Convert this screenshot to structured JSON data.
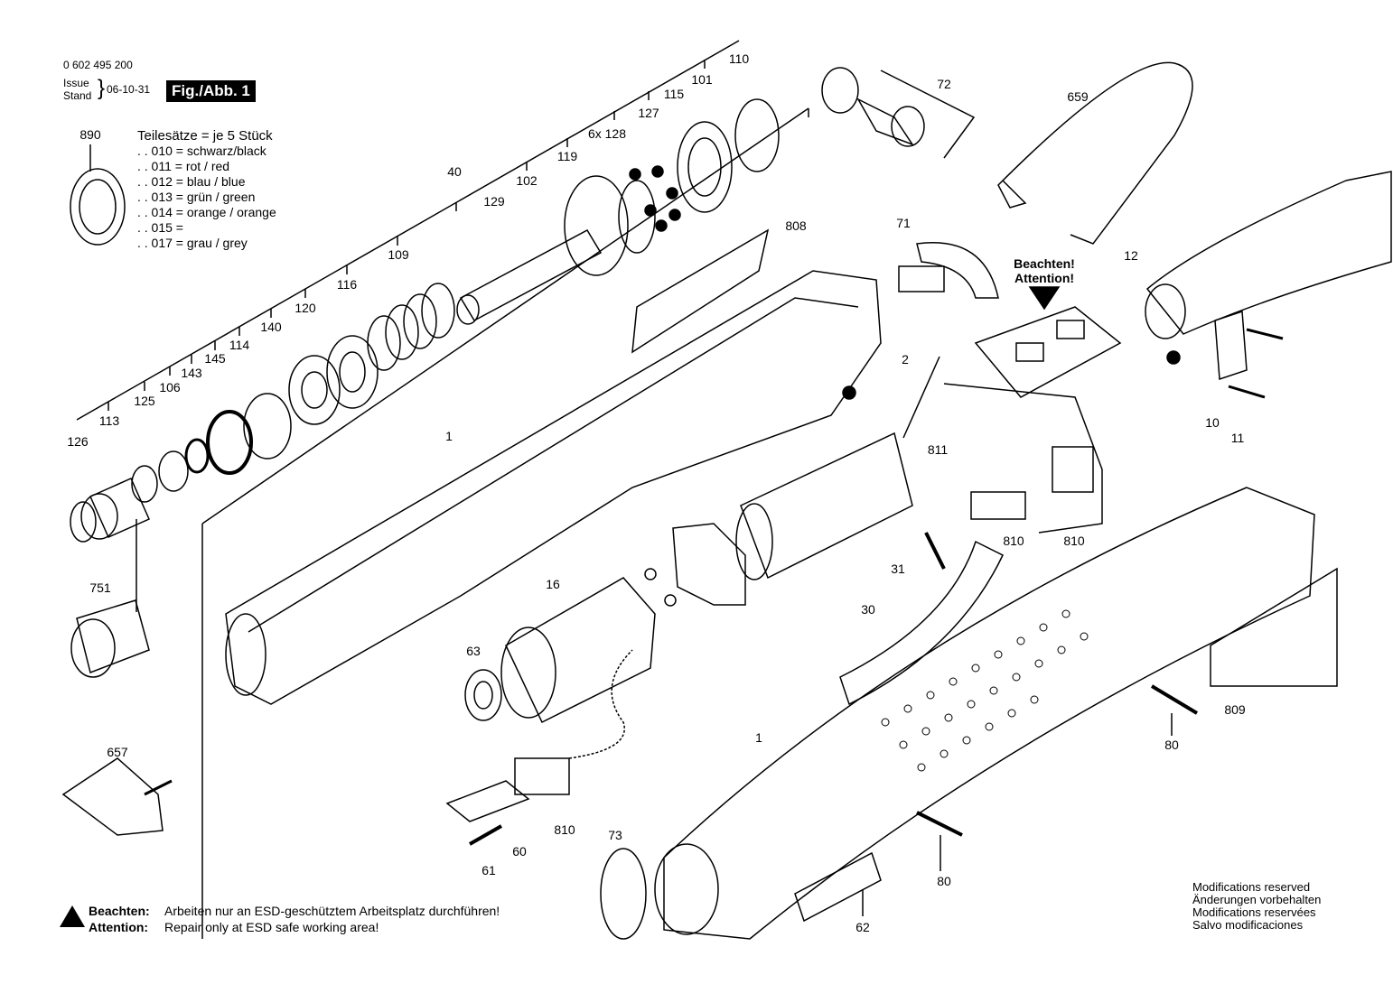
{
  "header": {
    "part_number": "0 602 495 200",
    "issue_label": "Issue",
    "stand_label": "Stand",
    "date": "06-10-31",
    "figure": "Fig./Abb. 1"
  },
  "legend": {
    "title": "Teilesätze = je 5 Stück",
    "lines": [
      ". . 010 = schwarz/black",
      ". . 011 = rot / red",
      ". . 012 = blau / blue",
      ". . 013 = grün / green",
      ". . 014 = orange / orange",
      ". . 015 =",
      ". . 017 = grau / grey"
    ]
  },
  "parts": {
    "p890": "890",
    "p40": "40",
    "p129": "129",
    "p102": "102",
    "p119": "119",
    "p6x128": "6x 128",
    "p127": "127",
    "p115": "115",
    "p101": "101",
    "p110": "110",
    "p72": "72",
    "p659": "659",
    "p109": "109",
    "p116": "116",
    "p120": "120",
    "p140": "140",
    "p114": "114",
    "p145": "145",
    "p143": "143",
    "p106": "106",
    "p125": "125",
    "p113": "113",
    "p126": "126",
    "p808": "808",
    "p71": "71",
    "p12": "12",
    "p2": "2",
    "p811": "811",
    "p10": "10",
    "p11": "11",
    "p1a": "1",
    "p1b": "1",
    "p751": "751",
    "p16": "16",
    "p63": "63",
    "p31": "31",
    "p30": "30",
    "p810a": "810",
    "p810b": "810",
    "p810c": "810",
    "p809": "809",
    "p80a": "80",
    "p80b": "80",
    "p657": "657",
    "p60": "60",
    "p61": "61",
    "p73": "73",
    "p62": "62"
  },
  "attention_mark": {
    "line1": "Beachten!",
    "line2": "Attention!"
  },
  "notice": {
    "de_label": "Beachten:",
    "de_text": "Arbeiten nur an ESD-geschütztem Arbeitsplatz durchführen!",
    "en_label": "Attention:",
    "en_text": "Repair only at ESD safe working area!"
  },
  "modifications": [
    "Modifications reserved",
    "Änderungen vorbehalten",
    "Modifications reservées",
    "Salvo modificaciones"
  ]
}
